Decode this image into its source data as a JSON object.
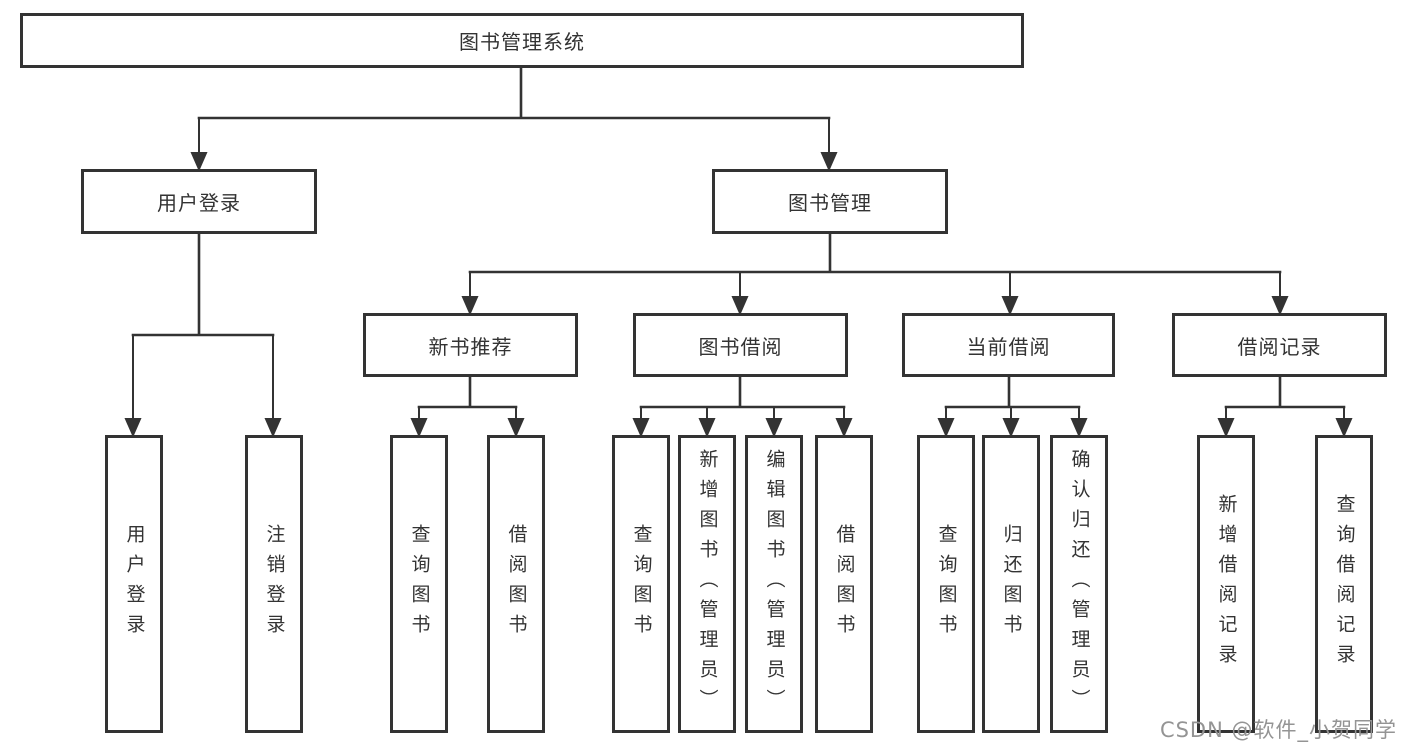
{
  "diagram": {
    "type": "hierarchy-tree",
    "line_color": "#333333",
    "box_border_color": "#333333",
    "box_background": "#ffffff",
    "text_color": "#333333",
    "nodes": {
      "root": {
        "label": "图书管理系统",
        "level": 1
      },
      "user_login": {
        "label": "用户登录",
        "level": 2,
        "parent": "root"
      },
      "book_mgmt": {
        "label": "图书管理",
        "level": 2,
        "parent": "root"
      },
      "new_book_rec": {
        "label": "新书推荐",
        "level": 3,
        "parent": "book_mgmt"
      },
      "book_borrow": {
        "label": "图书借阅",
        "level": 3,
        "parent": "book_mgmt"
      },
      "current_borrow": {
        "label": "当前借阅",
        "level": 3,
        "parent": "book_mgmt"
      },
      "borrow_records": {
        "label": "借阅记录",
        "level": 3,
        "parent": "book_mgmt"
      },
      "leaf_user_login": {
        "label": "用户登录",
        "level": 4,
        "parent": "user_login"
      },
      "leaf_logout": {
        "label": "注销登录",
        "level": 4,
        "parent": "user_login"
      },
      "leaf_nbr_query_books": {
        "label": "查询图书",
        "level": 4,
        "parent": "new_book_rec"
      },
      "leaf_nbr_borrow_books": {
        "label": "借阅图书",
        "level": 4,
        "parent": "new_book_rec"
      },
      "leaf_bb_query_books": {
        "label": "查询图书",
        "level": 4,
        "parent": "book_borrow"
      },
      "leaf_bb_add_books": {
        "label": "新增图书（管理员）",
        "level": 4,
        "parent": "book_borrow"
      },
      "leaf_bb_edit_books": {
        "label": "编辑图书（管理员）",
        "level": 4,
        "parent": "book_borrow"
      },
      "leaf_bb_borrow_books": {
        "label": "借阅图书",
        "level": 4,
        "parent": "book_borrow"
      },
      "leaf_cb_query_books": {
        "label": "查询图书",
        "level": 4,
        "parent": "current_borrow"
      },
      "leaf_cb_return_books": {
        "label": "归还图书",
        "level": 4,
        "parent": "current_borrow"
      },
      "leaf_cb_confirm_return": {
        "label": "确认归还（管理员）",
        "level": 4,
        "parent": "current_borrow"
      },
      "leaf_br_add_record": {
        "label": "新增借阅记录",
        "level": 4,
        "parent": "borrow_records"
      },
      "leaf_br_query_record": {
        "label": "查询借阅记录",
        "level": 4,
        "parent": "borrow_records"
      }
    }
  },
  "watermark": {
    "text": "CSDN @软件_小贺同学",
    "color": "#949494"
  }
}
